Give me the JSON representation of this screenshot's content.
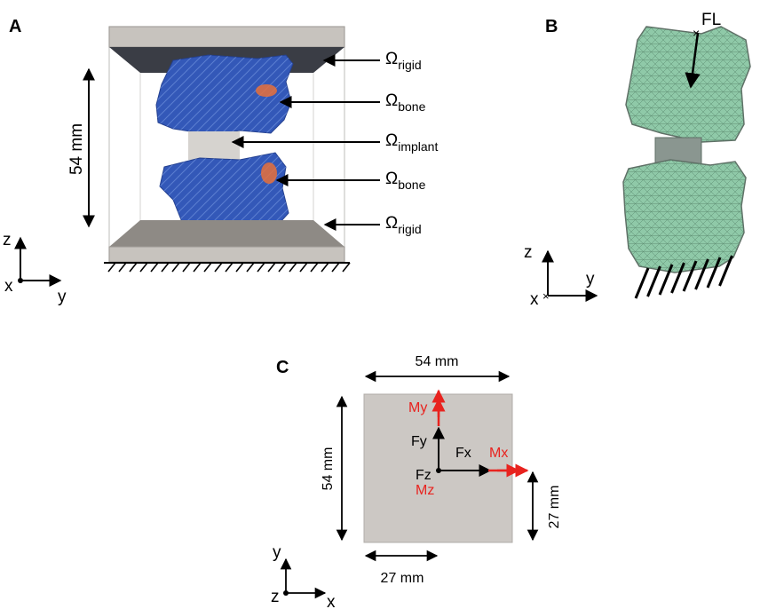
{
  "panels": {
    "a": {
      "letter": "A",
      "height_label": "54 mm",
      "labels": [
        {
          "base": "Ω",
          "sub": "rigid"
        },
        {
          "base": "Ω",
          "sub": "bone"
        },
        {
          "base": "Ω",
          "sub": "implant"
        },
        {
          "base": "Ω",
          "sub": "bone"
        },
        {
          "base": "Ω",
          "sub": "rigid"
        }
      ],
      "axes": {
        "z": "z",
        "y": "y",
        "x": "x"
      }
    },
    "b": {
      "letter": "B",
      "load_label": "FL",
      "axes": {
        "z": "z",
        "y": "y",
        "x": "x"
      }
    },
    "c": {
      "letter": "C",
      "width_label": "54 mm",
      "height_label": "54 mm",
      "half_width_label": "27 mm",
      "half_height_label": "27 mm",
      "loads": {
        "fy": "Fy",
        "fx": "Fx",
        "fz": "Fz",
        "my": "My",
        "mx": "Mx",
        "mz": "Mz"
      },
      "axes": {
        "y": "y",
        "x": "x",
        "z": "z"
      }
    }
  },
  "colors": {
    "bone_blue": "#3358b8",
    "stress_orange": "#e8703a",
    "mesh_green": "#8fc9a8",
    "plate_dark": "#3a3d45",
    "plate_gray": "#b7b3ad",
    "implant_gray": "#d6d3cf",
    "section_gray": "#ccc8c4",
    "moment_red": "#e8231f"
  }
}
